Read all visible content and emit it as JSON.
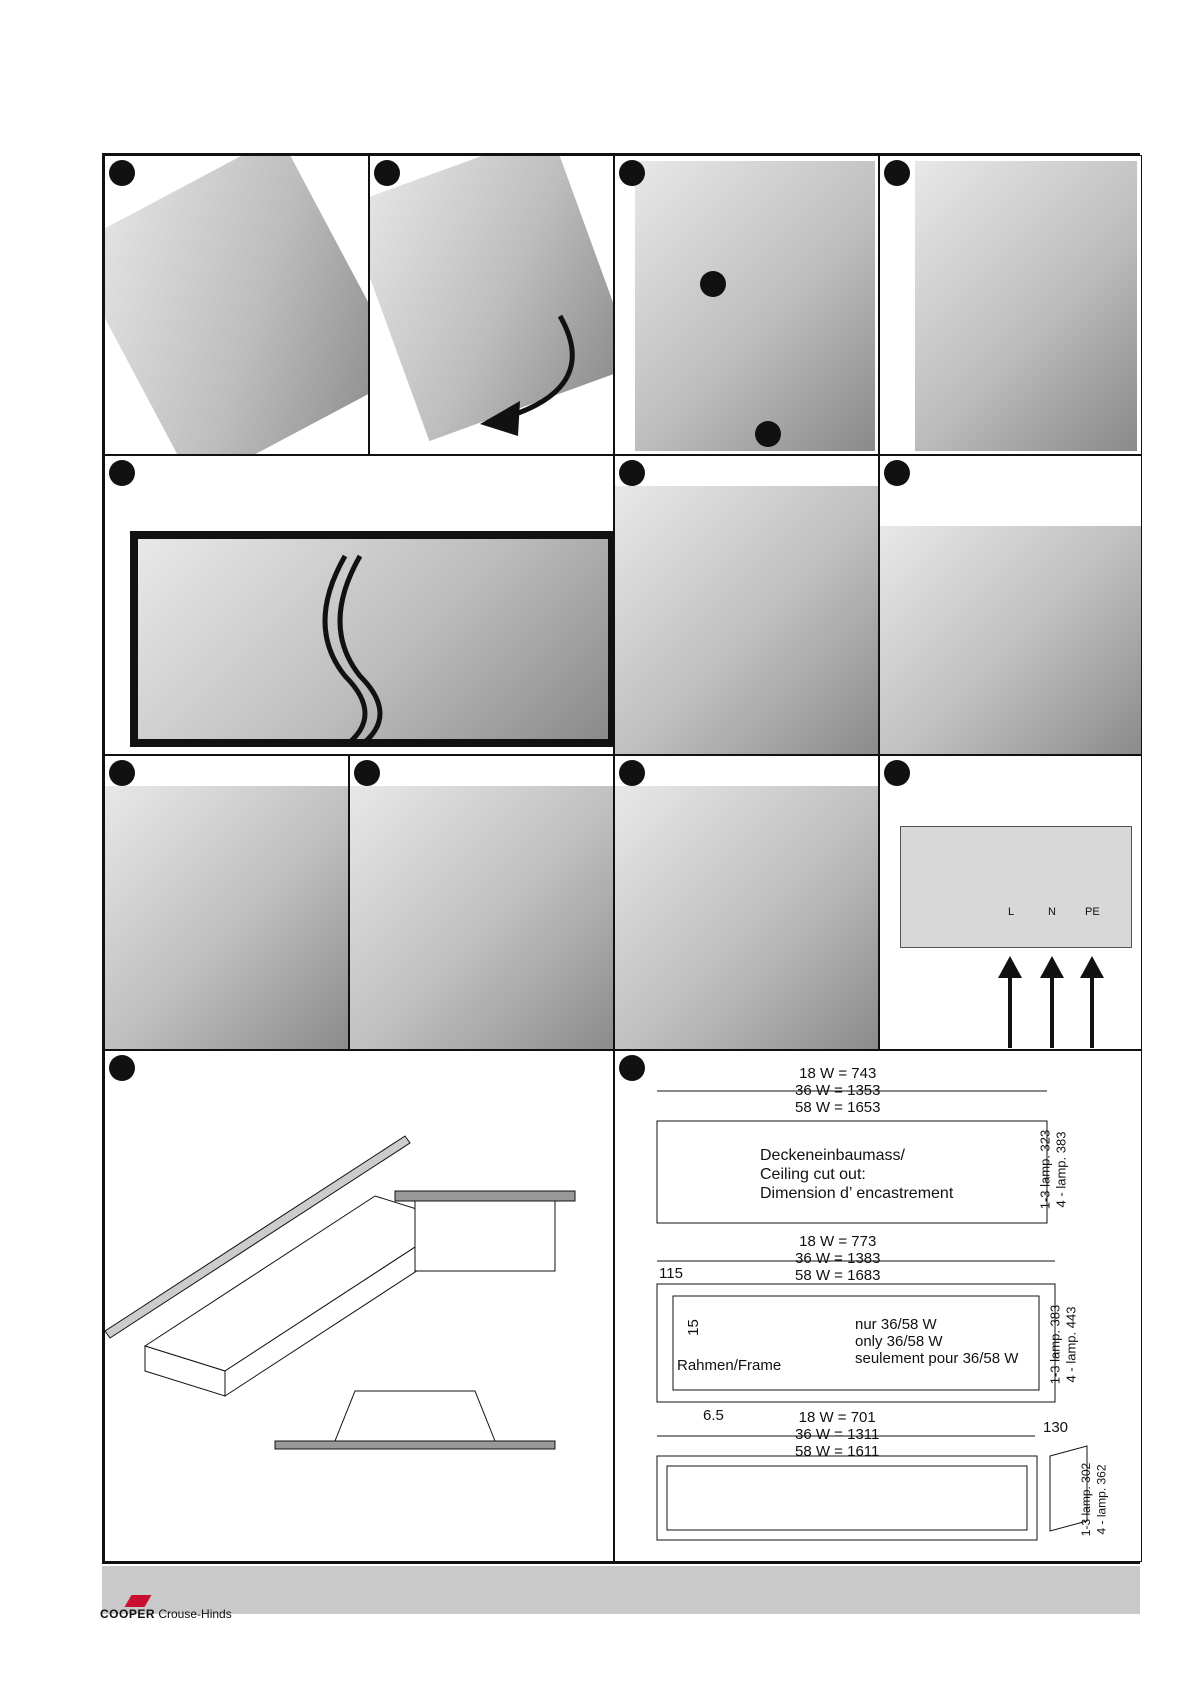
{
  "dimensions_top": {
    "lines": [
      "18 W =   743",
      "36 W = 1353",
      "58 W = 1653"
    ],
    "label_lines": [
      "Deckeneinbaumass/",
      "Ceiling cut out:",
      "Dimension d’ encastrement"
    ],
    "side_lamp_1_3": "1-3 lamp. 323",
    "side_lamp_4": "4 - lamp. 383"
  },
  "dimensions_frame": {
    "lines": [
      "18 W =   773",
      "36 W = 1383",
      "58 W = 1683"
    ],
    "dim_115": "115",
    "dim_15": "15",
    "note_lines": [
      "nur 36/58 W",
      "only 36/58 W",
      "seulement pour 36/58 W"
    ],
    "frame_label": "Rahmen/Frame",
    "dim_65": "6.5",
    "side_lamp_1_3": "1-3 lamp. 383",
    "side_lamp_4": "4 - lamp. 443"
  },
  "dimensions_bottom": {
    "lines": [
      "18 W =   701",
      "36 W = 1311",
      "58 W = 1611"
    ],
    "dim_130": "130",
    "side_lamp_1_3": "1-3 lamp. 302",
    "side_lamp_4": "4 - lamp. 362"
  },
  "terminal_labels": [
    "L",
    "N",
    "PE"
  ],
  "footer": {
    "brand_bold": "COOPER",
    "brand_rest": " Crouse-Hinds"
  },
  "colors": {
    "brand_red": "#c8102e",
    "footer_band": "#c9c9c9"
  }
}
